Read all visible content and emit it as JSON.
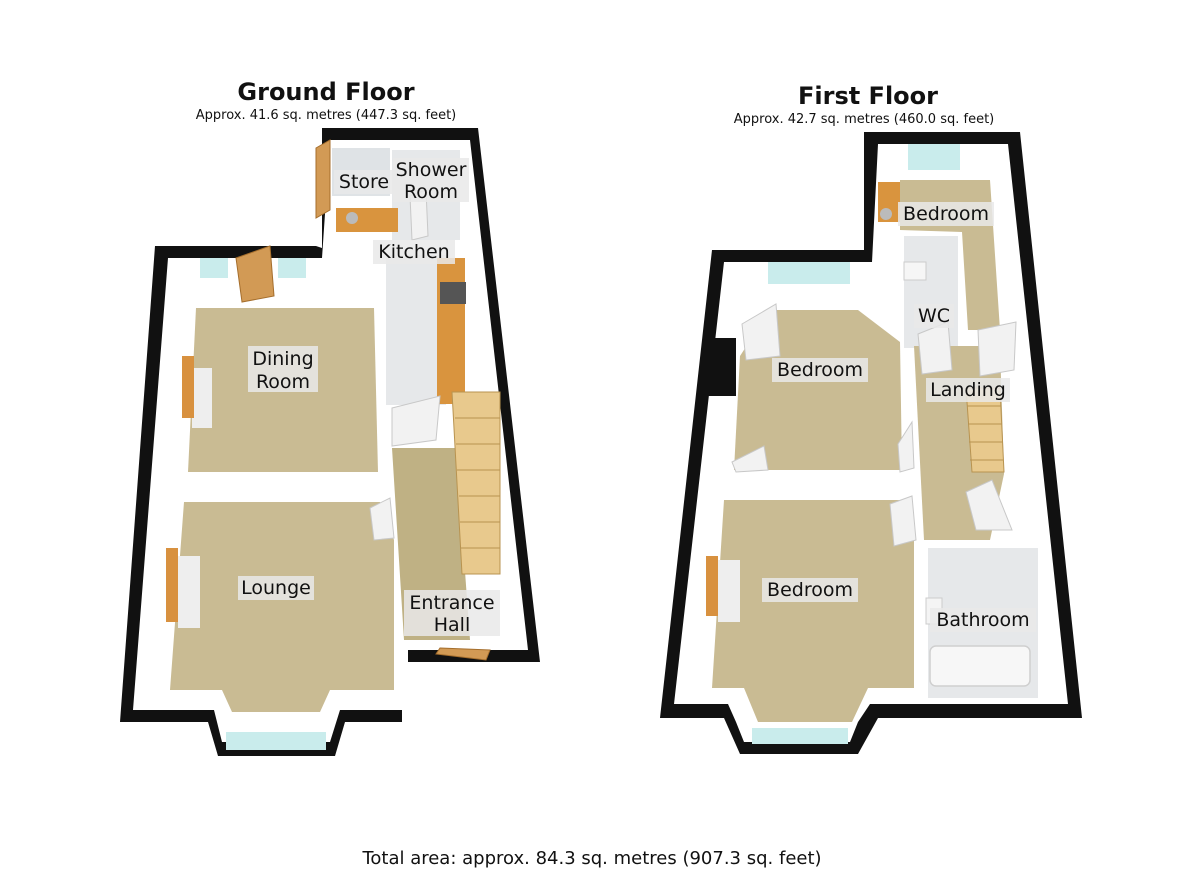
{
  "ground_floor": {
    "title": "Ground Floor",
    "area": "Approx. 41.6 sq. metres (447.3 sq. feet)",
    "rooms": {
      "store": "Store",
      "shower_1": "Shower",
      "shower_2": "Room",
      "kitchen": "Kitchen",
      "dining_1": "Dining",
      "dining_2": "Room",
      "lounge": "Lounge",
      "entrance_1": "Entrance",
      "entrance_2": "Hall"
    }
  },
  "first_floor": {
    "title": "First Floor",
    "area": "Approx. 42.7 sq. metres (460.0 sq. feet)",
    "rooms": {
      "bedroom_rear": "Bedroom",
      "wc": "WC",
      "bedroom_middle": "Bedroom",
      "landing": "Landing",
      "bedroom_front": "Bedroom",
      "bathroom": "Bathroom"
    }
  },
  "total_area": "Total area: approx. 84.3 sq. metres (907.3 sq. feet)",
  "colors": {
    "wall": "#111111",
    "carpet": "#c9bb93",
    "window": "#c9ecec",
    "door": "#d29a55",
    "tile": "#e6e8ea"
  }
}
